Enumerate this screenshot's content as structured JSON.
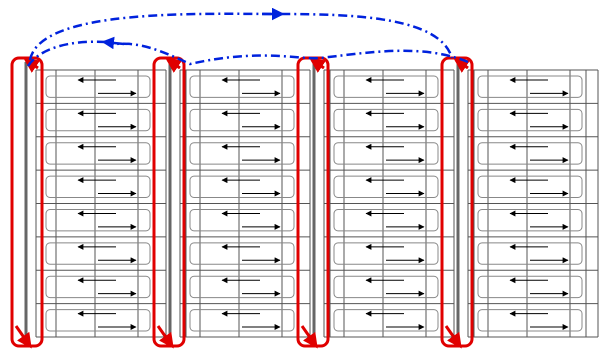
{
  "diagram": {
    "columns": 4,
    "rows": 8,
    "colors": {
      "grid_line": "#555555",
      "cell_outline": "#888888",
      "aisle_line": "#666666",
      "flow_arrow": "#000000",
      "aisle_loop": "#e00000",
      "transfer_path": "#0022dd"
    },
    "icons": {
      "aisle_loop": "rounded-rectangle-loop",
      "cell_flow": "bidirectional-arrow-pair",
      "transfer_path": "dash-dot-curved-arrow"
    }
  }
}
